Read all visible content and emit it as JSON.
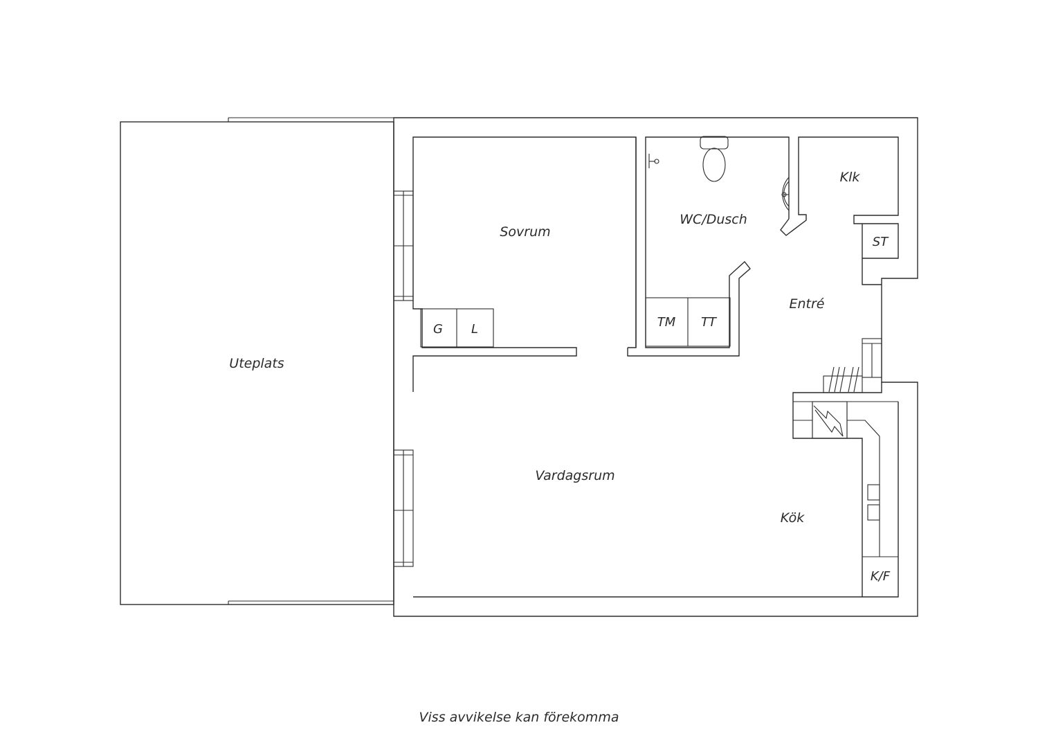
{
  "floorplan": {
    "rooms": {
      "uteplats": "Uteplats",
      "sovrum": "Sovrum",
      "wc_dusch": "WC/Dusch",
      "klk": "Klk",
      "st": "ST",
      "entre": "Entré",
      "vardagsrum": "Vardagsrum",
      "kok": "Kök"
    },
    "fixtures": {
      "g": "G",
      "l": "L",
      "tm": "TM",
      "tt": "TT",
      "kf": "K/F"
    },
    "disclaimer": "Viss avvikelse kan förekomma"
  }
}
